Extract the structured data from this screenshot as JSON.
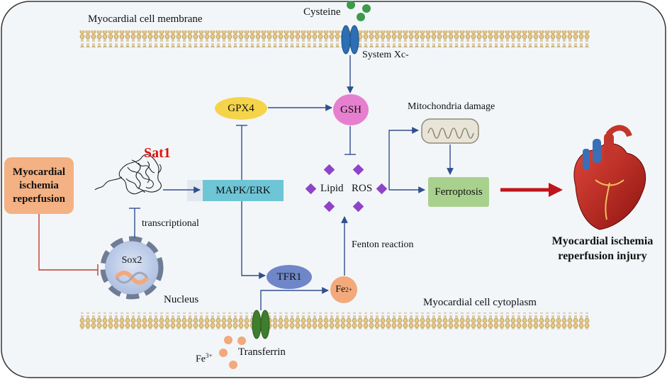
{
  "membrane_top_label": "Myocardial cell membrane",
  "cytoplasm_label": "Myocardial cell cytoplasm",
  "cysteine_label": "Cysteine",
  "system_xc_label": "System Xc-",
  "gpx4_label": "GPX4",
  "gsh_label": "GSH",
  "mito_label": "Mitochondria damage",
  "sat1_label": "Sat1",
  "mapk_label": "MAPK/ERK",
  "lipid_label": "Lipid",
  "ros_label": "ROS",
  "ferroptosis_label": "Ferroptosis",
  "mir_box_lines": [
    "Myocardial",
    "ischemia",
    "reperfusion"
  ],
  "transcriptional_label": "transcriptional",
  "sox2_label": "Sox2",
  "nucleus_label": "Nucleus",
  "tfr1_label": "TFR1",
  "fe2_base": "Fe",
  "fe2_sup": "2+",
  "fenton_label": "Fenton reaction",
  "fe3_base": "Fe",
  "fe3_sup": "3+",
  "transferrin_label": "Transferrin",
  "injury_lines": [
    "Myocardial ischemia",
    "reperfusion injury"
  ],
  "colors": {
    "arrow_blue": "#2f4f8f",
    "inhibit_red": "#c0392b",
    "gpx4_fill": "#f5d44a",
    "gsh_fill": "#e77fcf",
    "mapk_fill": "#6ec5d6",
    "tfr1_fill": "#6f86c9",
    "fe2_fill": "#f2a97c",
    "ferroptosis_fill": "#a9d18e",
    "mir_fill": "#f4b183",
    "sox2_fill": "#b8c8e6",
    "diamond_fill": "#8e44c9",
    "cell_bg": "#f3f6f8",
    "lipid_head": "#e7c98a",
    "sat1_red": "#e01010",
    "big_arrow_red": "#c0141c"
  },
  "icons": [
    "cystine-transporter-icon",
    "transferrin-receptor-icon",
    "mitochondria-icon",
    "protein-structure-icon",
    "heart-icon"
  ]
}
